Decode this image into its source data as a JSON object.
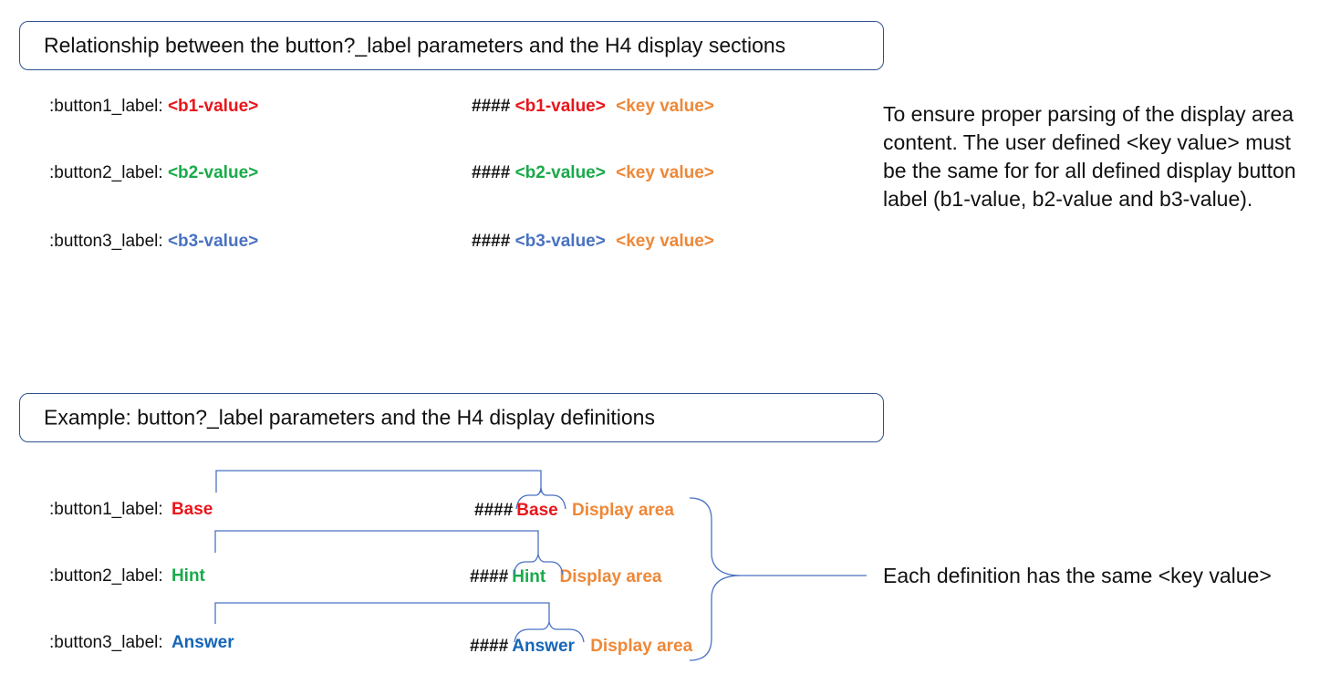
{
  "section1": {
    "title": "Relationship between the button?_label parameters and the H4 display sections",
    "rows": [
      {
        "param": ":button1_label:",
        "value": "<b1-value>",
        "hashes": "####",
        "key": "<key value>"
      },
      {
        "param": ":button2_label:",
        "value": "<b2-value>",
        "hashes": "####",
        "key": "<key value>"
      },
      {
        "param": ":button3_label:",
        "value": "<b3-value>",
        "hashes": "####",
        "key": "<key value>"
      }
    ],
    "note": "To ensure proper parsing of the display area content. The user defined <key value> must be the same for for all defined display button label (b1-value, b2-value and b3-value)."
  },
  "section2": {
    "title": "Example:  button?_label parameters and the H4 display definitions",
    "rows": [
      {
        "param": ":button1_label:",
        "value": "Base",
        "hashes": "####",
        "key": "Display area"
      },
      {
        "param": ":button2_label:",
        "value": "Hint",
        "hashes": "####",
        "key": "Display area"
      },
      {
        "param": ":button3_label:",
        "value": "Answer",
        "hashes": "####",
        "key": "Display area"
      }
    ],
    "note": "Each definition has the same <key value>"
  },
  "colors": {
    "b1": "#e8161b",
    "b2": "#1aaa4a",
    "b3": "#4a72c2",
    "answer": "#1666b8",
    "key": "#ee8838",
    "connector": "#4a72c2",
    "box_border": "#2f528f"
  }
}
